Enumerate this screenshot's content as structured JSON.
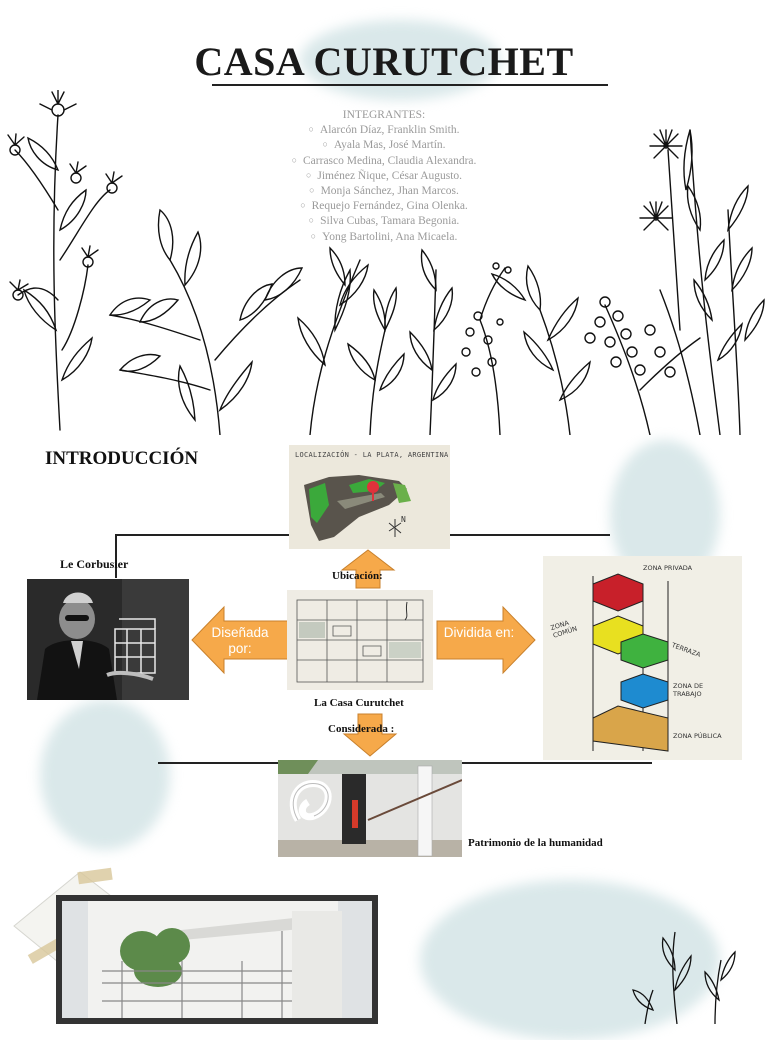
{
  "title": "CASA CURUTCHET",
  "members": {
    "heading": "INTEGRANTES:",
    "names": [
      "Alarcón Díaz, Franklin Smith.",
      "Ayala Mas, José Martín.",
      "Carrasco Medina, Claudia Alexandra.",
      "Jiménez Ñique, César Augusto.",
      "Monja Sánchez, Jhan Marcos.",
      "Requejo Fernández, Gina Olenka.",
      "Silva Cubas, Tamara Begonia.",
      "Yong Bartolini, Ana Micaela."
    ]
  },
  "intro": {
    "heading": "INTRODUCCIÓN",
    "architect_label": "Le Corbusier",
    "location_label": "Ubicación:",
    "house_label": "La Casa Curutchet",
    "considered_label": "Considerada :",
    "heritage_label": "Patrimonio de la humanidad",
    "designed_arrow": "Diseñada por:",
    "divided_arrow": "Dividida en:"
  },
  "sketch_map": {
    "caption": "LOCALIZACIÓN - LA PLATA, ARGENTINA",
    "north": "N"
  },
  "zones_sketch": {
    "labels": [
      "ZONA PRIVADA",
      "ZONA COMÚN",
      "TERRAZA",
      "ZONA DE TRABAJO",
      "ZONA PÚBLICA"
    ]
  },
  "colors": {
    "arrow": "#f6a94a",
    "wash": "#bcd6d9",
    "member_text": "#9a9a9a"
  }
}
